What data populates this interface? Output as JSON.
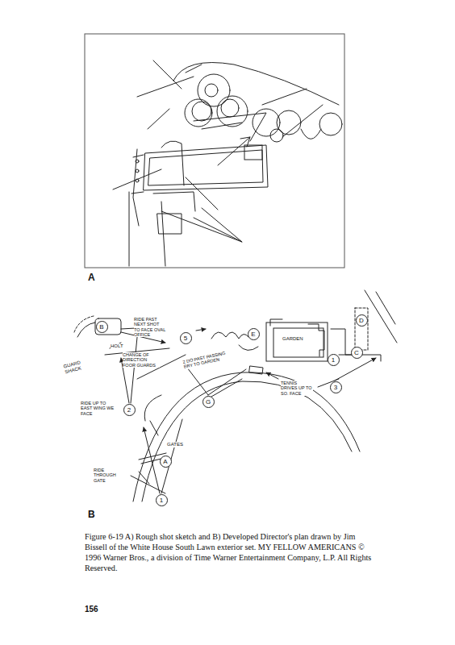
{
  "diagram": {
    "caption": "Figure 6-19 A) Rough shot sketch and B) Developed Director's plan drawn by Jim Bissell of the White House South Lawn exterior set. MY FELLOW AMERICANS © 1996 Warner Bros., a division of Time Warner Entertainment Company, L.P. All Rights Reserved.",
    "nodes": [
      {
        "text": [
          "B"
        ]
      },
      {
        "text": [
          "5"
        ]
      },
      {
        "text": [
          "E"
        ]
      },
      {
        "text": [
          "D"
        ]
      },
      {
        "text": [
          "C"
        ]
      },
      {
        "text": [
          "1"
        ]
      },
      {
        "text": [
          "3"
        ]
      },
      {
        "text": [
          "2"
        ]
      },
      {
        "text": [
          "G"
        ]
      },
      {
        "text": [
          "A"
        ]
      },
      {
        "text": [
          "1"
        ]
      }
    ],
    "labels": [
      "A",
      "RIDE PAST NEXT SHOT TO FACE OVAL OFFICE",
      "HOLT",
      "CHANGE OF DIRECTION FOOR GUARDS",
      "GUARD SHACK",
      "2 DO PAST PASSING BRY TO GARDEN",
      "GARDEN",
      "TENNIS DRIVES UP TO SO. FACE",
      "RIDE UP TO EAST WING WE FACE",
      "GATES",
      "RIDE THROUGH GATE",
      "B",
      "156"
    ]
  }
}
